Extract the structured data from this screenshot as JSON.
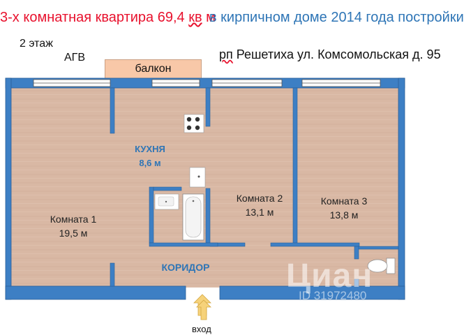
{
  "header": {
    "title_part1": "3-х комнатная квартира 69,4 ",
    "title_unit": "кв",
    "title_part2": " м",
    "title_part3": "в кирпичном доме 2014 года постройки"
  },
  "floor_label": "2 этаж",
  "agv_label": "АГВ",
  "address": {
    "prefix": "рп",
    "rest": " Решетиха ул. Комсомольская д. 95"
  },
  "balcony_label": "балкон",
  "rooms": [
    {
      "name": "Комната 1",
      "area": "19,5 м"
    },
    {
      "name": "Комната 2",
      "area": "13,1 м"
    },
    {
      "name": "Комната 3",
      "area": "13,8 м"
    }
  ],
  "kitchen": {
    "name": "КУХНЯ",
    "area": "8,6 м"
  },
  "corridor_label": "КОРИДОР",
  "entry_label": "вход",
  "watermark": {
    "brand": "Циан",
    "id": "ID 31972480"
  },
  "colors": {
    "wall": "#3d7fc4",
    "floor": "#d9b8a4",
    "header_red": "#e8112d",
    "header_blue": "#2e75b6",
    "balcony": "#f8c8a8",
    "entry_arrow": "#f6d27a"
  }
}
